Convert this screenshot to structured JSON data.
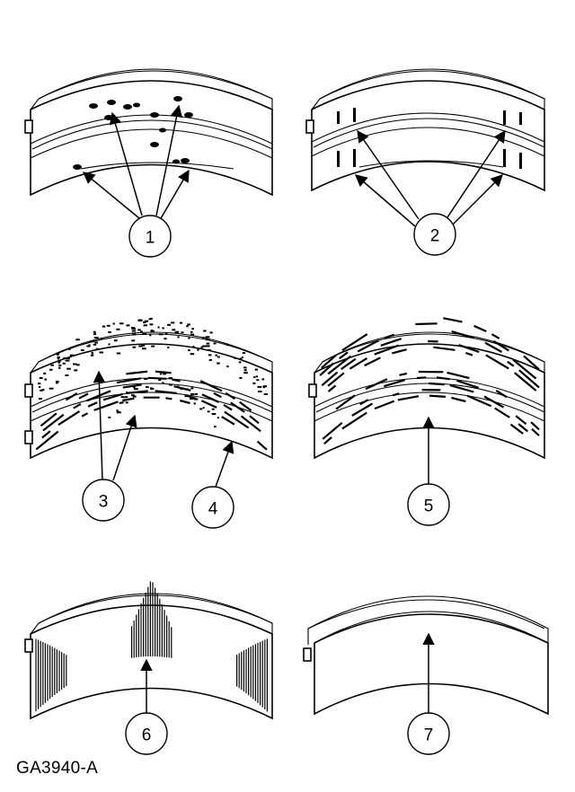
{
  "figure_id": "GA3940-A",
  "callouts": [
    {
      "label": "1"
    },
    {
      "label": "2"
    },
    {
      "label": "3"
    },
    {
      "label": "4"
    },
    {
      "label": "5"
    },
    {
      "label": "6"
    },
    {
      "label": "7"
    }
  ],
  "colors": {
    "ink": "#000000",
    "paper": "#ffffff"
  }
}
